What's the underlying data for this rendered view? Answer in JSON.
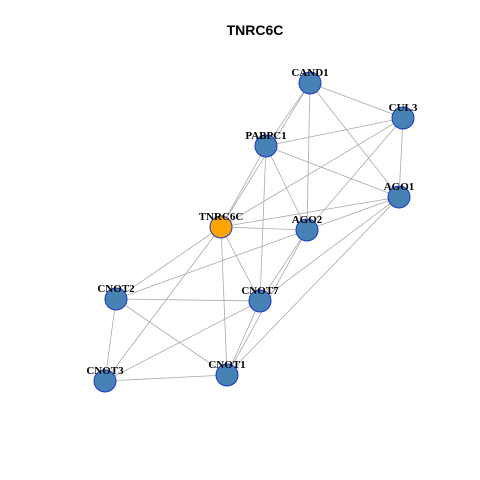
{
  "title": "TNRC6C",
  "colors": {
    "node_default": "#4682b4",
    "node_highlight": "#ffa500",
    "node_border": "#1f35c8",
    "edge": "#aaaaaa"
  },
  "nodes": [
    {
      "id": "CAND1",
      "label": "CAND1",
      "highlight": false
    },
    {
      "id": "CUL3",
      "label": "CUL3",
      "highlight": false
    },
    {
      "id": "PABPC1",
      "label": "PABPC1",
      "highlight": false
    },
    {
      "id": "AGO1",
      "label": "AGO1",
      "highlight": false
    },
    {
      "id": "TNRC6C",
      "label": "TNRC6C",
      "highlight": true
    },
    {
      "id": "AGO2",
      "label": "AGO2",
      "highlight": false
    },
    {
      "id": "CNOT2",
      "label": "CNOT2",
      "highlight": false
    },
    {
      "id": "CNOT7",
      "label": "CNOT7",
      "highlight": false
    },
    {
      "id": "CNOT3",
      "label": "CNOT3",
      "highlight": false
    },
    {
      "id": "CNOT1",
      "label": "CNOT1",
      "highlight": false
    }
  ],
  "edges": [
    [
      "CAND1",
      "CUL3"
    ],
    [
      "CAND1",
      "PABPC1"
    ],
    [
      "CAND1",
      "AGO1"
    ],
    [
      "CAND1",
      "AGO2"
    ],
    [
      "CAND1",
      "TNRC6C"
    ],
    [
      "CUL3",
      "PABPC1"
    ],
    [
      "CUL3",
      "AGO1"
    ],
    [
      "CUL3",
      "AGO2"
    ],
    [
      "CUL3",
      "TNRC6C"
    ],
    [
      "PABPC1",
      "AGO1"
    ],
    [
      "PABPC1",
      "AGO2"
    ],
    [
      "PABPC1",
      "TNRC6C"
    ],
    [
      "PABPC1",
      "CNOT7"
    ],
    [
      "AGO1",
      "TNRC6C"
    ],
    [
      "AGO1",
      "AGO2"
    ],
    [
      "AGO1",
      "CNOT7"
    ],
    [
      "AGO1",
      "CNOT1"
    ],
    [
      "TNRC6C",
      "AGO2"
    ],
    [
      "TNRC6C",
      "CNOT2"
    ],
    [
      "TNRC6C",
      "CNOT3"
    ],
    [
      "TNRC6C",
      "CNOT7"
    ],
    [
      "TNRC6C",
      "CNOT1"
    ],
    [
      "AGO2",
      "CNOT2"
    ],
    [
      "AGO2",
      "CNOT7"
    ],
    [
      "AGO2",
      "CNOT1"
    ],
    [
      "CNOT2",
      "CNOT7"
    ],
    [
      "CNOT2",
      "CNOT3"
    ],
    [
      "CNOT2",
      "CNOT1"
    ],
    [
      "CNOT7",
      "CNOT3"
    ],
    [
      "CNOT7",
      "CNOT1"
    ],
    [
      "CNOT3",
      "CNOT1"
    ]
  ]
}
